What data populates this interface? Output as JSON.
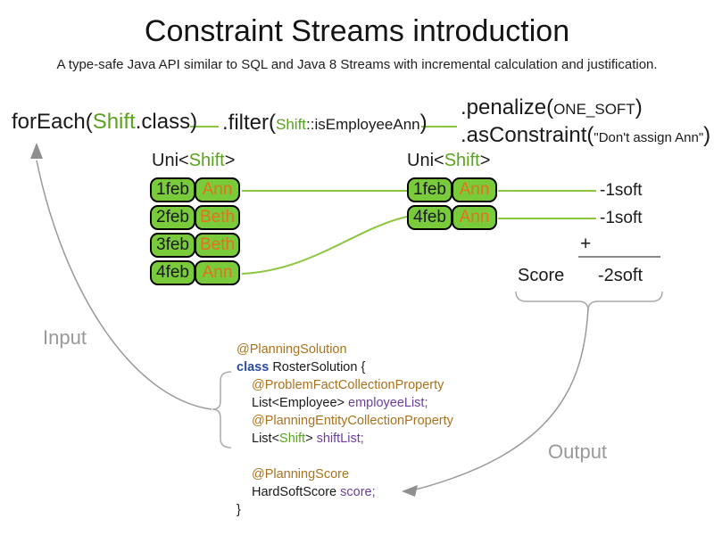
{
  "title": "Constraint Streams introduction",
  "subtitle": "A type-safe Java API similar to SQL and Java 8 Streams with incremental calculation and justification.",
  "flow": {
    "foreach_pre": "forEach(",
    "foreach_class": "Shift",
    "foreach_post": ".class)",
    "filter_pre": ".filter(",
    "filter_class": "Shift",
    "filter_method": "::isEmployeeAnn",
    "filter_post": ")",
    "penalize_pre": ".penalize(",
    "penalize_arg": "ONE_SOFT",
    "penalize_post": ")",
    "asconstraint_pre": ".asConstraint(",
    "asconstraint_arg": "\"Don't assign Ann\"",
    "asconstraint_post": ")"
  },
  "left_table": {
    "label_pre": "Uni<",
    "label_type": "Shift",
    "label_post": ">",
    "rows": [
      {
        "date": "1feb",
        "name": "Ann"
      },
      {
        "date": "2feb",
        "name": "Beth"
      },
      {
        "date": "3feb",
        "name": "Beth"
      },
      {
        "date": "4feb",
        "name": "Ann"
      }
    ]
  },
  "right_table": {
    "label_pre": "Uni<",
    "label_type": "Shift",
    "label_post": ">",
    "rows": [
      {
        "date": "1feb",
        "name": "Ann"
      },
      {
        "date": "4feb",
        "name": "Ann"
      }
    ]
  },
  "scores": {
    "penalty1": "-1soft",
    "penalty2": "-1soft",
    "plus": "+",
    "score_label": "Score",
    "total": "-2soft"
  },
  "labels": {
    "input": "Input",
    "output": "Output"
  },
  "code": {
    "lines": [
      {
        "indent": 0,
        "segments": [
          {
            "t": "@PlanningSolution",
            "c": "ann"
          }
        ]
      },
      {
        "indent": 0,
        "segments": [
          {
            "t": "class",
            "c": "kw"
          },
          {
            "t": " RosterSolution {",
            "c": "plain"
          }
        ]
      },
      {
        "indent": 1,
        "segments": [
          {
            "t": "@ProblemFactCollectionProperty",
            "c": "ann"
          }
        ]
      },
      {
        "indent": 1,
        "segments": [
          {
            "t": "List<Employee> ",
            "c": "plain"
          },
          {
            "t": "employeeList;",
            "c": "field"
          }
        ]
      },
      {
        "indent": 1,
        "segments": [
          {
            "t": "@PlanningEntityCollectionProperty",
            "c": "ann"
          }
        ]
      },
      {
        "indent": 1,
        "segments": [
          {
            "t": "List<",
            "c": "plain"
          },
          {
            "t": "Shift",
            "c": "type"
          },
          {
            "t": "> ",
            "c": "plain"
          },
          {
            "t": "shiftList;",
            "c": "field"
          }
        ]
      },
      {
        "indent": 1,
        "segments": []
      },
      {
        "indent": 1,
        "segments": [
          {
            "t": "@PlanningScore",
            "c": "ann"
          }
        ]
      },
      {
        "indent": 1,
        "segments": [
          {
            "t": "HardSoftScore ",
            "c": "plain"
          },
          {
            "t": "score;",
            "c": "field"
          }
        ]
      },
      {
        "indent": 0,
        "segments": [
          {
            "t": "}",
            "c": "plain"
          }
        ]
      }
    ]
  },
  "colors": {
    "green_fill": "#79cb3c",
    "green_text": "#5aa31e",
    "line_green": "#8cc63f",
    "orange_text": "#e2731b",
    "annotation_brown": "#a9731d",
    "keyword_blue": "#2a4d9e",
    "field_purple": "#6b3fa0",
    "gray_label": "#999999",
    "arrow_gray": "#8f8f8f",
    "brace_gray": "#aaaaaa",
    "sum_gray": "#888888",
    "text_black": "#1a1a1a"
  }
}
